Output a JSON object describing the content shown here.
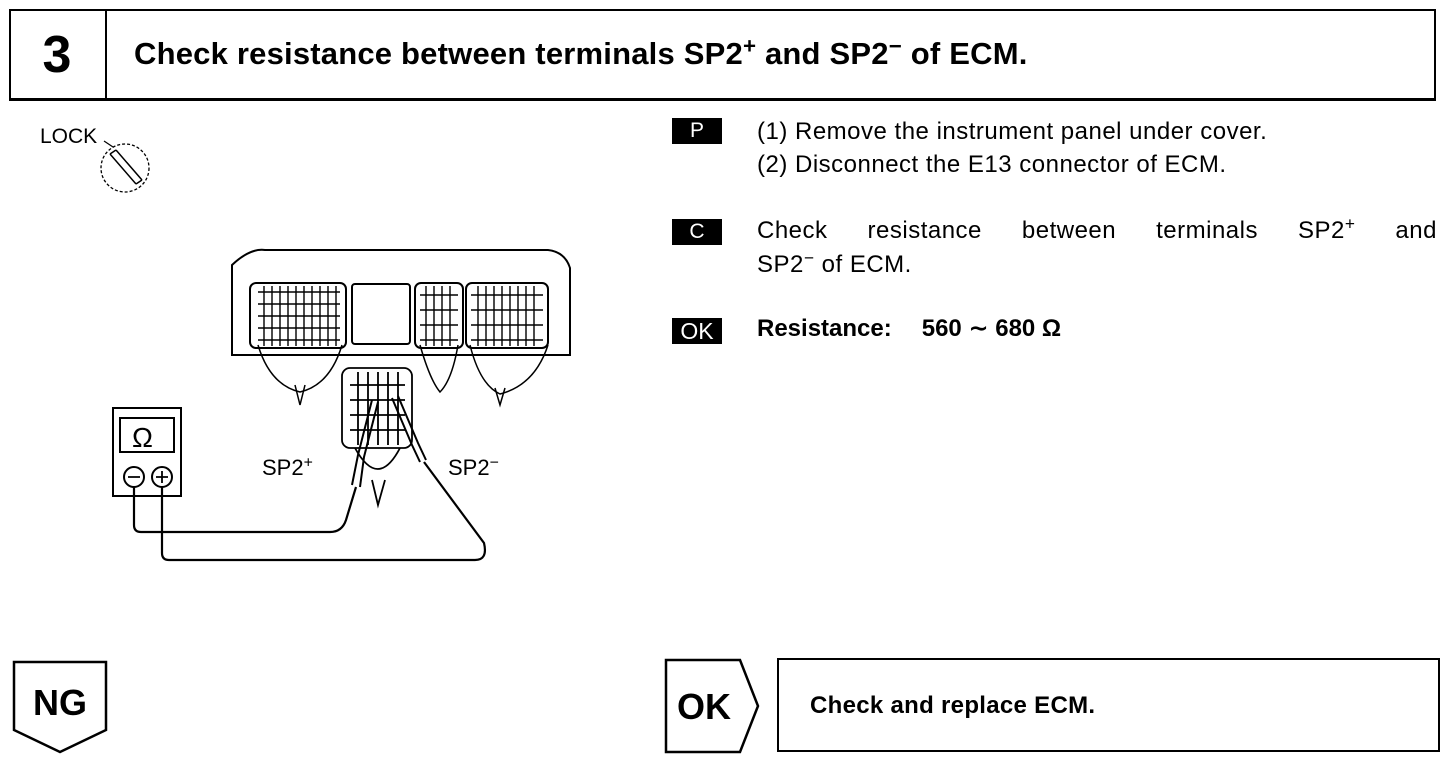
{
  "step": {
    "number": "3",
    "title_prefix": "Check resistance between terminals SP2",
    "title_plus": "+",
    "title_mid": " and SP2",
    "title_minus": "−",
    "title_suffix": " of ECM."
  },
  "diagram": {
    "lock_label": "LOCK",
    "meter_symbol": "Ω",
    "probe_plus_base": "SP2",
    "probe_plus_sup": "+",
    "probe_minus_base": "SP2",
    "probe_minus_sup": "−"
  },
  "procedure": {
    "badge": "P",
    "step1": "(1) Remove the instrument panel under cover.",
    "step2": "(2) Disconnect the E13 connector of ECM."
  },
  "check": {
    "badge": "C",
    "line1_words": [
      "Check",
      "resistance",
      "between",
      "terminals",
      "SP2"
    ],
    "line1_plus": "+",
    "line1_end": "and",
    "line2_base": "SP2",
    "line2_sup": "−",
    "line2_rest": " of ECM."
  },
  "spec": {
    "badge": "OK",
    "label": "Resistance:",
    "value": "560 ∼ 680 Ω"
  },
  "results": {
    "ng_label": "NG",
    "ok_label": "OK",
    "ok_action": "Check and replace ECM."
  }
}
